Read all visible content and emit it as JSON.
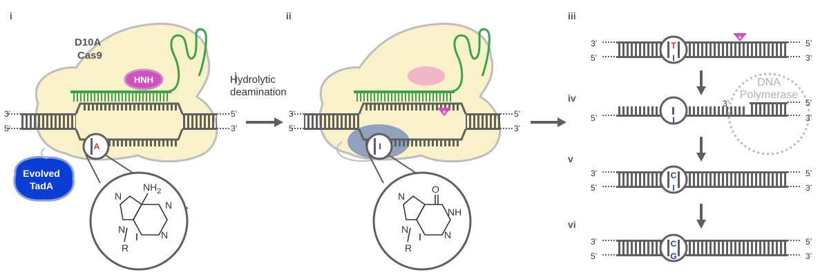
{
  "panels": [
    "i",
    "ii",
    "iii",
    "iv",
    "v",
    "vi"
  ],
  "labels": {
    "d10a": "D10A",
    "cas9": "Cas9",
    "hnh": "HNH",
    "evolved": "Evolved",
    "tada": "TadA",
    "hydrolytic": "Hydrolytic",
    "deamination": "deamination",
    "dna": "DNA",
    "polymerase": "Polymerase"
  },
  "ends": {
    "three": "3’",
    "five": "5’"
  },
  "bases": {
    "A": "A",
    "I": "I",
    "T": "T",
    "C": "C",
    "G": "G"
  },
  "chem": {
    "N": "N",
    "NH2": "NH",
    "sub2": "2",
    "NH": "NH",
    "O": "O",
    "R": "R"
  },
  "colors": {
    "dna": "#5f5f5f",
    "guide": "#3aa34a",
    "cas9": "#f8f1c9",
    "hnh": "#d24fc0",
    "tada": "#0b3ed6",
    "red_base": "#d43a2a",
    "blue_base": "#1e3fb0",
    "nick": "#d24fc0"
  }
}
